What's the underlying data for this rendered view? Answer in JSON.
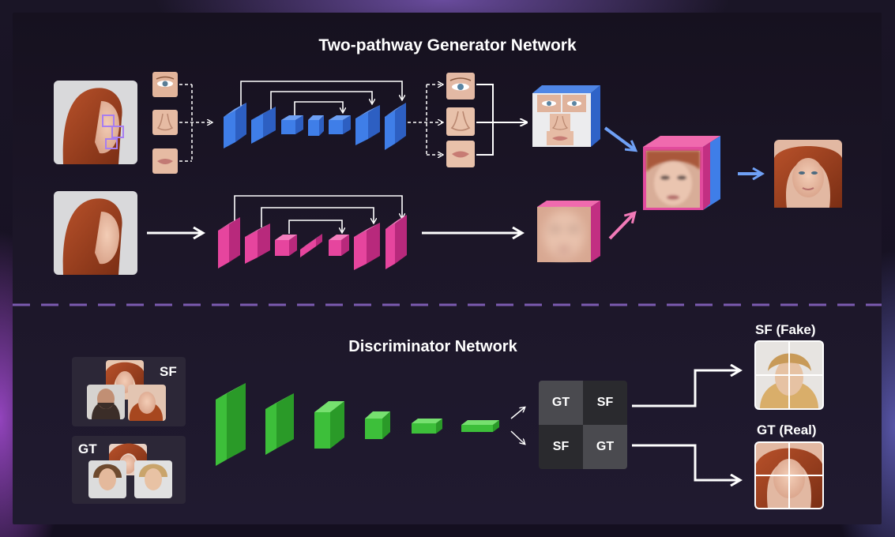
{
  "generator": {
    "title": "Two-pathway Generator Network"
  },
  "discriminator": {
    "title": "Discriminator Network",
    "input_sf_label": "SF",
    "input_gt_label": "GT",
    "patch_grid": {
      "top_left": "GT",
      "top_right": "SF",
      "bottom_left": "SF",
      "bottom_right": "GT"
    },
    "output_fake_label": "SF (Fake)",
    "output_real_label": "GT (Real)"
  },
  "colors": {
    "local_pathway": "#3f7ee8",
    "global_pathway": "#e6459e",
    "discriminator": "#3dbf3a",
    "divider": "#7b5bb0",
    "local_arrow": "#6fa0f5",
    "global_arrow": "#f27ab8",
    "landmark_box": "#a77ef0"
  }
}
